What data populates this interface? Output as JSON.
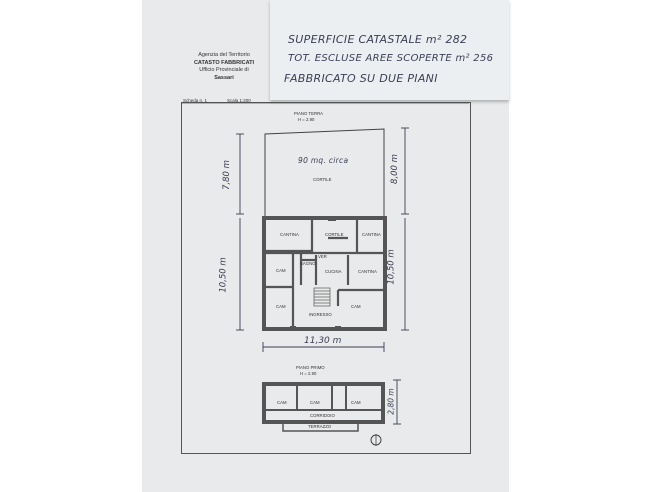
{
  "note": {
    "line1": "SUPERFICIE CATASTALE m² 282",
    "line2": "TOT. ESCLUSE AREE SCOPERTE m² 256",
    "line3": "FABBRICATO SU DUE PIANI"
  },
  "agency": {
    "line1": "Agenzia del Territorio",
    "line2": "CATASTO FABBRICATI",
    "line3": "Ufficio Provinciale di",
    "line4": "Sassari"
  },
  "sheet": {
    "scheda": "Scheda n. 1",
    "scala": "Scala 1:200"
  },
  "ground_floor": {
    "title": "PIANO TERRA",
    "height": "H = 2.90",
    "court_note": "90 mq. circa",
    "rooms": {
      "cortile": "CORTILE",
      "cantina_left": "CANTINA",
      "cortile_small": "CORTILE",
      "cantina_right": "CANTINA",
      "cam_1": "CAM",
      "bagno": "BAGNO",
      "ver": "VER",
      "cucina": "CUCINA",
      "cantina_mid": "CANTINA",
      "cam_2": "CAM",
      "cam_3": "CAM",
      "ingresso": "INGRESSO"
    },
    "dims": {
      "left_top": "7,80 m",
      "left_bottom": "10,50 m",
      "right_top": "8,00 m",
      "right_bottom": "10,50 m",
      "bottom": "11,30 m"
    }
  },
  "first_floor": {
    "title": "PIANO PRIMO",
    "height": "H = 2.90",
    "rooms": {
      "cam_1": "CAM",
      "cam_2": "CAM",
      "cam_3": "CAM",
      "corridoio": "CORRIDOIO",
      "terrazzo": "TERRAZZO"
    },
    "dims": {
      "right": "2,80 m"
    }
  }
}
